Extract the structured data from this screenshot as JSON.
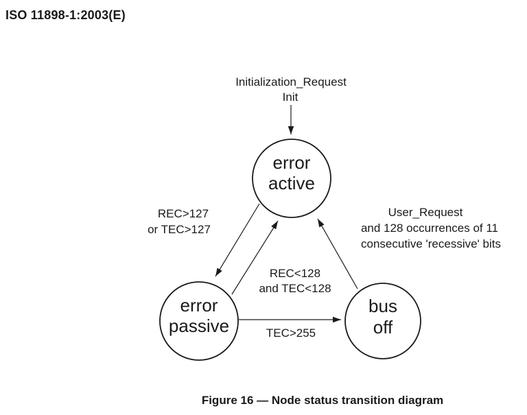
{
  "page": {
    "header_title": "ISO 11898-1:2003(E)",
    "caption": "Figure 16 — Node status transition diagram",
    "colors": {
      "ink": "#1a1a1a",
      "background": "#ffffff"
    }
  },
  "diagram": {
    "type": "state-transition-diagram",
    "states": {
      "error_active": {
        "line1": "error",
        "line2": "active"
      },
      "error_passive": {
        "line1": "error",
        "line2": "passive"
      },
      "bus_off": {
        "line1": "bus",
        "line2": "off"
      }
    },
    "transitions": {
      "init_to_active": {
        "line1": "Initialization_Request",
        "line2": "Init"
      },
      "active_to_passive": {
        "line1": "REC>127",
        "line2": "or TEC>127"
      },
      "passive_to_active": {
        "line1": "REC<128",
        "line2": "and TEC<128"
      },
      "passive_to_busoff": {
        "line1": "TEC>255"
      },
      "busoff_to_active": {
        "line1": "User_Request",
        "line2": "and 128 occurrences of 11",
        "line3": "consecutive 'recessive' bits"
      }
    }
  }
}
